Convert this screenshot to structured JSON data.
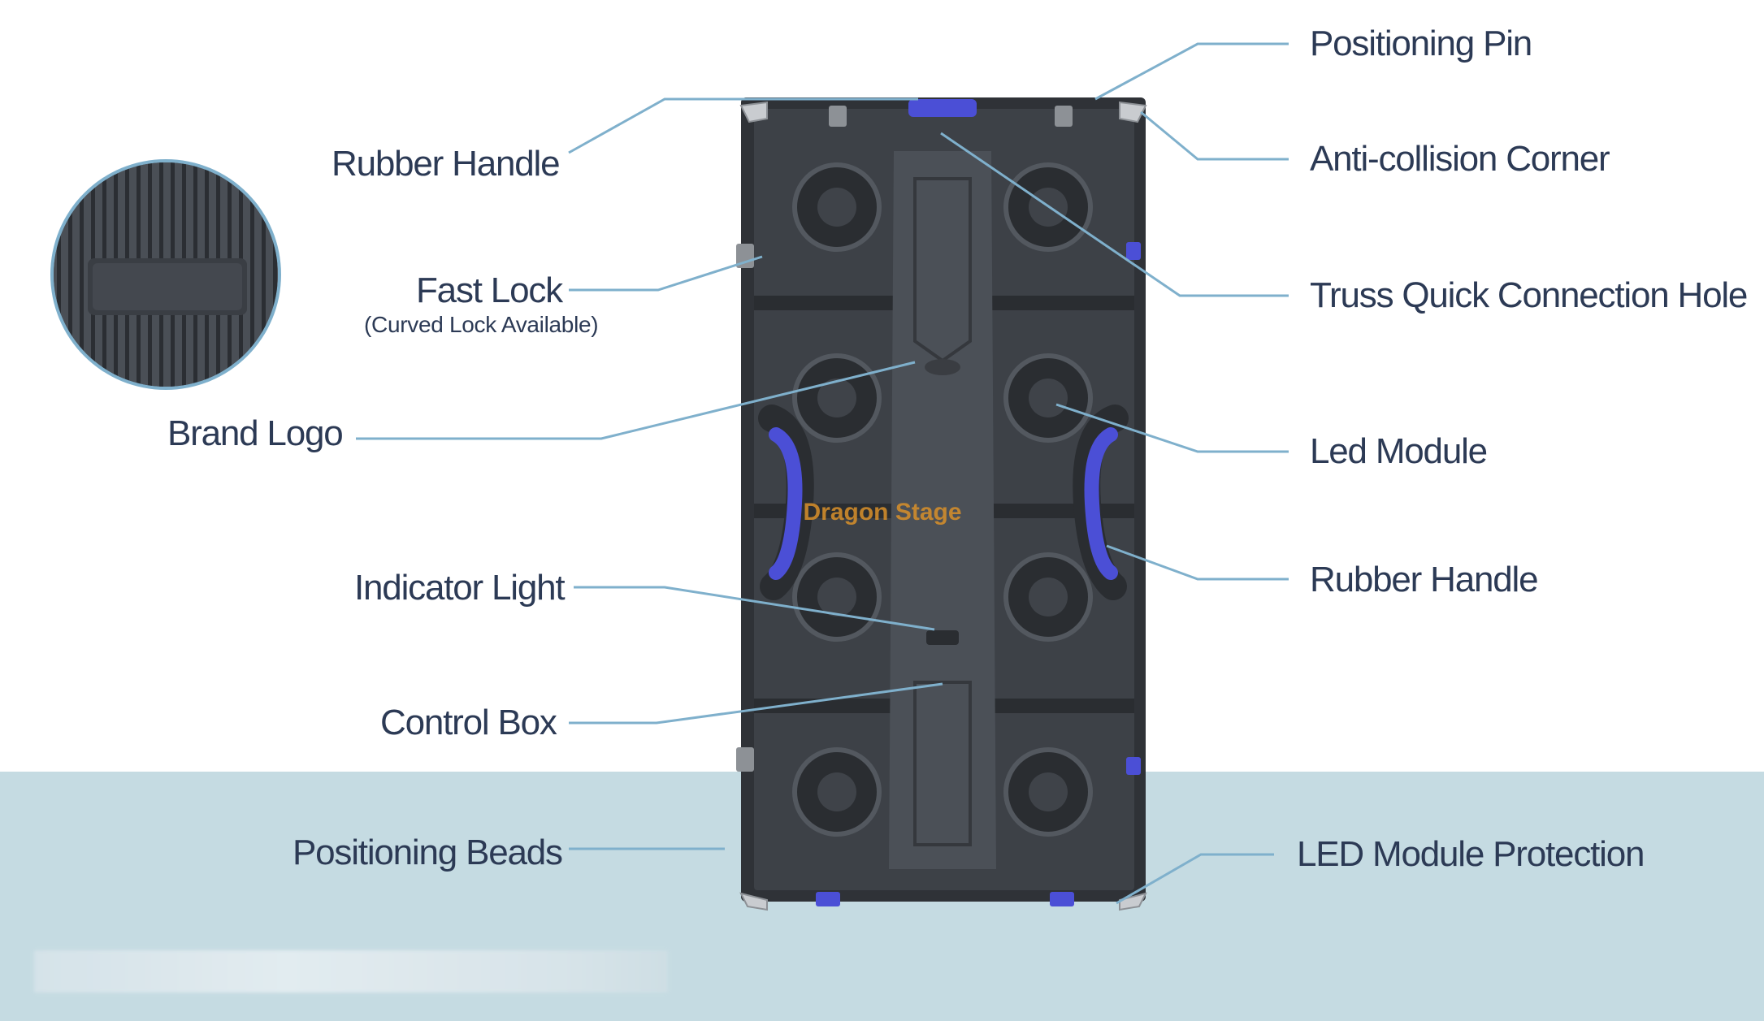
{
  "labels": {
    "positioning_pin": "Positioning Pin",
    "anti_collision_corner": "Anti-collision Corner",
    "truss_quick_connection_hole": "Truss Quick Connection Hole",
    "led_module": "Led Module",
    "rubber_handle_right": "Rubber Handle",
    "led_module_protection": "LED Module Protection",
    "rubber_handle_left": "Rubber Handle",
    "fast_lock": "Fast Lock",
    "fast_lock_note": "(Curved Lock Available)",
    "brand_logo": "Brand Logo",
    "indicator_light": "Indicator Light",
    "control_box": "Control Box",
    "positioning_beads": "Positioning Beads"
  },
  "watermark": "Dragon Stage",
  "colors": {
    "label_text": "#2c3a55",
    "leader_line": "#7fb0cc",
    "panel_body": "#3d4147",
    "handle_blue": "#4b4fd6",
    "bottom_band": "#c5dbe2",
    "watermark": "#d9902a"
  }
}
